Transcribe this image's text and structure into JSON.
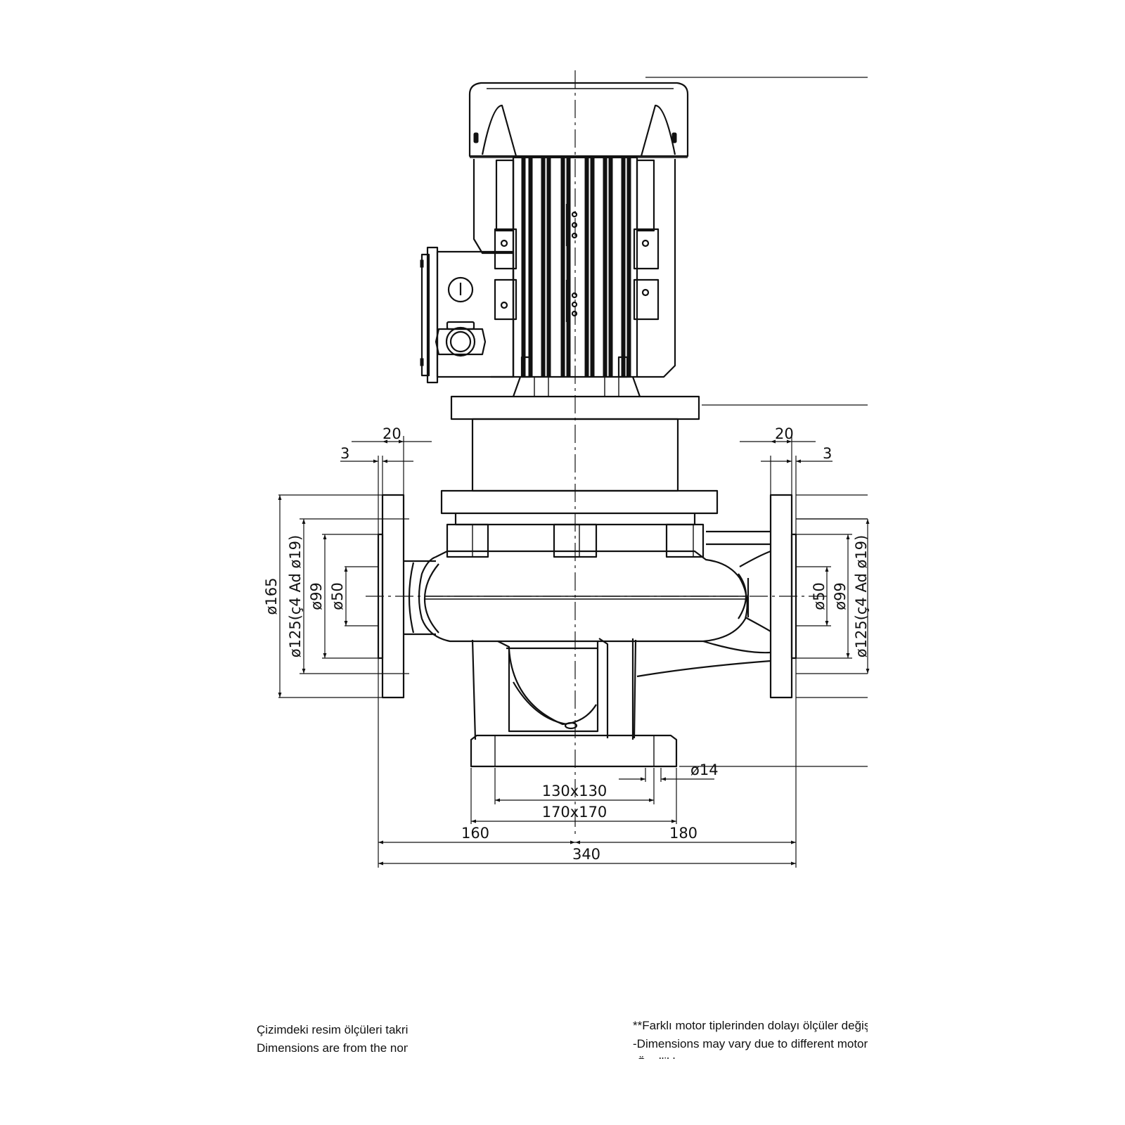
{
  "dimensions": {
    "flange_thickness": "20",
    "raised_face": "3",
    "flange_outer_diameter": "ø165",
    "bolt_circle_left": "ø125(ç4 Ad ø19)",
    "bolt_circle_right": "ø125(ç4 Ad ø19)",
    "raised_face_diameter": "ø99",
    "bore_diameter": "ø50",
    "foot_hole": "ø14",
    "foot_bolt_pattern": "130x130",
    "foot_size": "170x170",
    "left_half_length": "160",
    "right_half_length": "180",
    "overall_length": "340"
  },
  "notes": {
    "left_line1": "Çizimdeki resim ölçüleri takribidir.",
    "left_line2": "Dimensions are from the nominal drawing.",
    "right_line1": "**Farklı motor tiplerinden dolayı ölçüler değişebilir.",
    "right_line2": "-Dimensions may vary due to different motor types.",
    "right_line3": "-Özellikler"
  }
}
